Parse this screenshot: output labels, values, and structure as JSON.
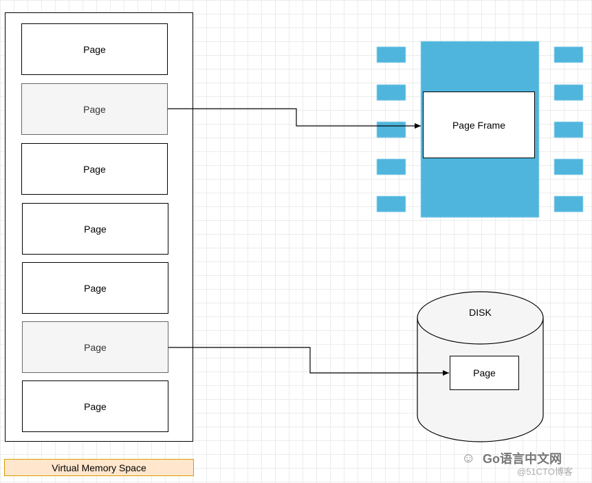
{
  "virtual_memory": {
    "label": "Virtual Memory Space",
    "pages": [
      {
        "label": "Page",
        "mapped": false
      },
      {
        "label": "Page",
        "mapped": true
      },
      {
        "label": "Page",
        "mapped": false
      },
      {
        "label": "Page",
        "mapped": false
      },
      {
        "label": "Page",
        "mapped": false
      },
      {
        "label": "Page",
        "mapped": true
      },
      {
        "label": "Page",
        "mapped": false
      }
    ]
  },
  "physical_memory": {
    "frame_label": "Page Frame",
    "color": "#4fb5dc"
  },
  "disk": {
    "label": "DISK",
    "page_label": "Page"
  },
  "watermark": {
    "title": "Go语言中文网",
    "sub": "@51CTO博客"
  }
}
